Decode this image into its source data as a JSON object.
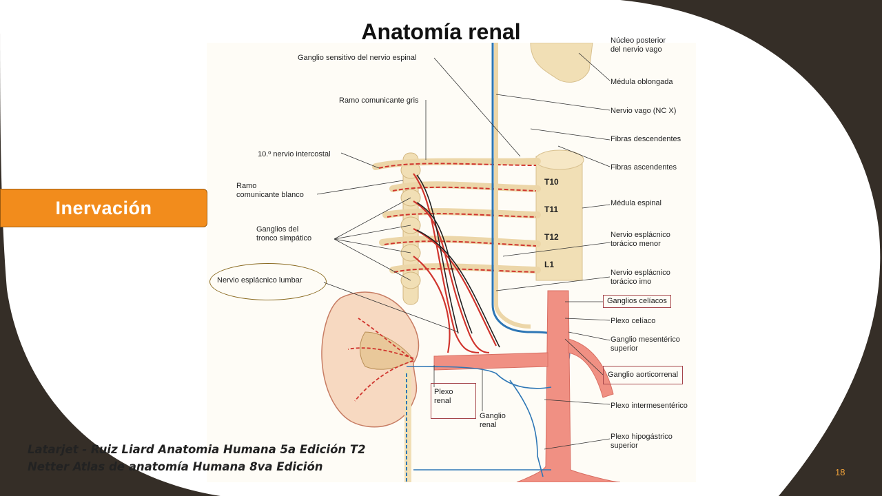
{
  "slide": {
    "title": "Anatomía renal",
    "section_tab": "Inervación",
    "page_number": "18",
    "colors": {
      "background_dark": "#352e27",
      "tab_orange": "#f28c1c",
      "page_number": "#f0a23a"
    }
  },
  "figure_labels": {
    "nucleo": "Núcleo posterior\ndel nervio vago",
    "ganglio_sensitivo": "Ganglio sensitivo del nervio espinal",
    "medula_oblongada": "Médula oblongada",
    "ramo_gris": "Ramo comunicante gris",
    "nervio_vago": "Nervio vago (NC X)",
    "fibras_desc": "Fibras descendentes",
    "intercostal": "10.º nervio intercostal",
    "fibras_asc": "Fibras ascendentes",
    "ramo_blanco": "Ramo\ncomunicante blanco",
    "medula_espinal": "Médula espinal",
    "ganglios_tronco": "Ganglios del\ntronco simpático",
    "espl_menor": "Nervio esplácnico\ntorácico menor",
    "espl_imo": "Nervio esplácnico\ntorácico imo",
    "espl_lumbar": "Nervio esplácnico lumbar",
    "ganglios_celiacos": "Ganglios celíacos",
    "plexo_celiaco": "Plexo celíaco",
    "ganglio_mesenterico": "Ganglio mesentérico\nsuperior",
    "ganglio_aorticorrenal": "Ganglio aorticorrenal",
    "plexo_renal": "Plexo\nrenal",
    "plexo_intermesenterico": "Plexo intermesentérico",
    "ganglio_renal": "Ganglio\nrenal",
    "plexo_hipogastrico": "Plexo hipogástrico\nsuperior",
    "t10": "T10",
    "t11": "T11",
    "t12": "T12",
    "l1": "L1"
  },
  "citation": {
    "line1": "Latarjet - Ruiz Liard Anatomia Humana 5a Edición T2",
    "line2": "Netter Atlas de anatomía Humana 8va Edición"
  }
}
